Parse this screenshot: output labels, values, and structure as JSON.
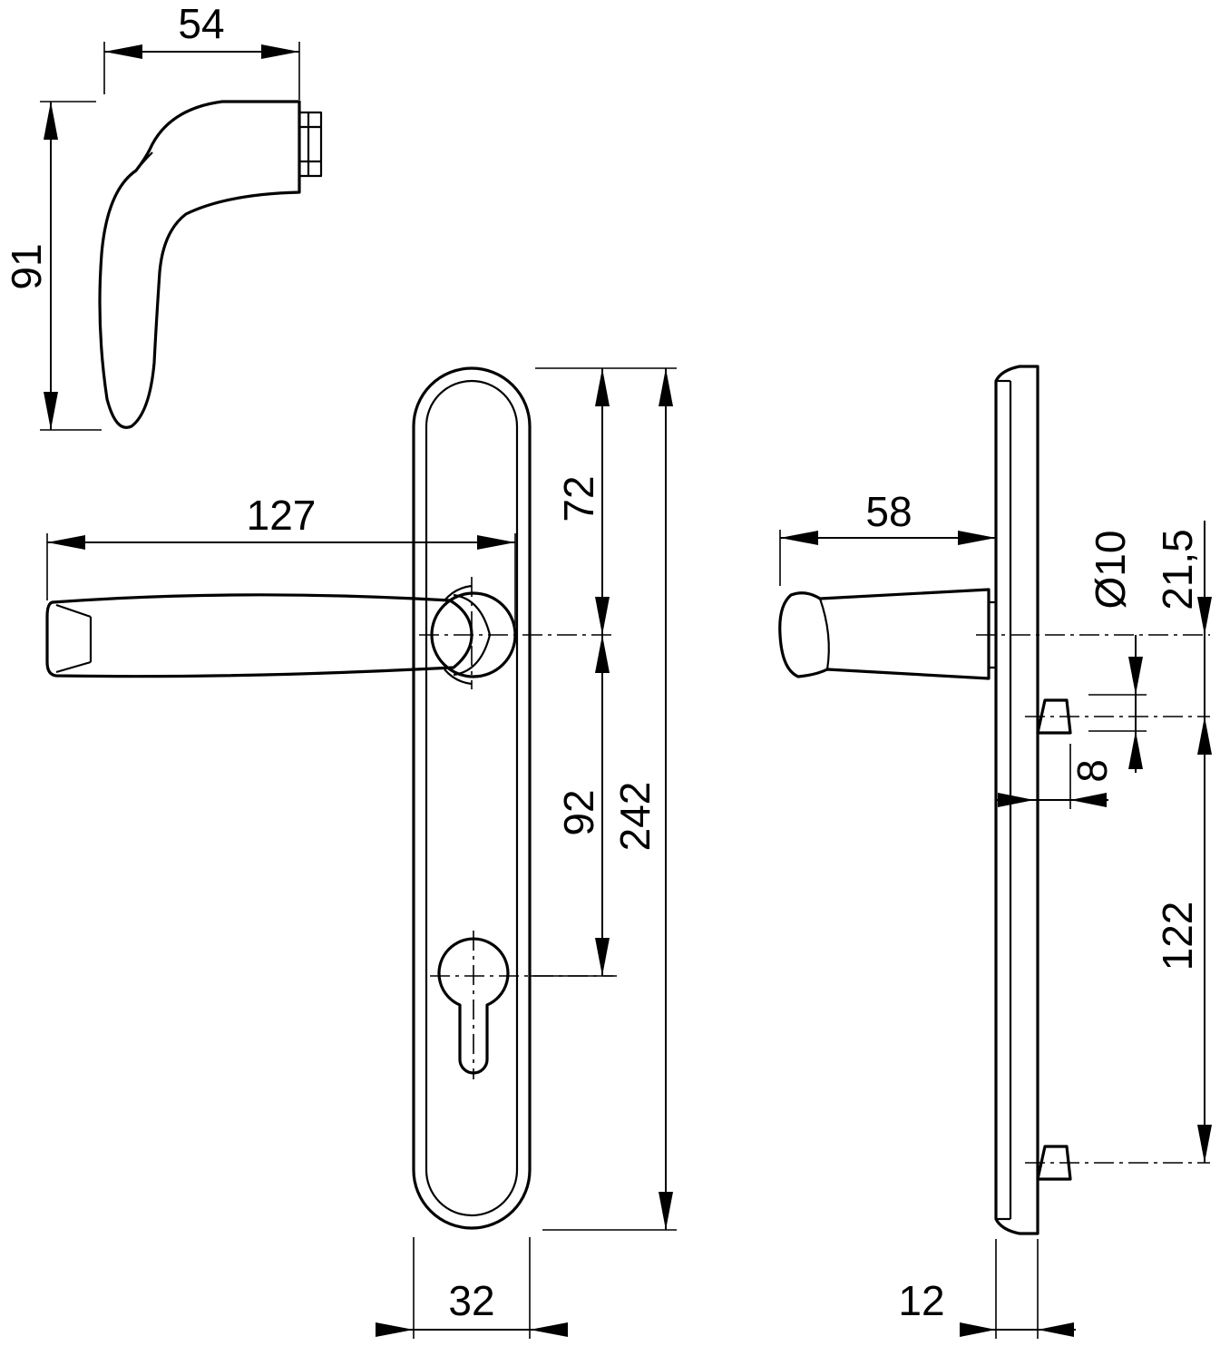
{
  "dimensions": {
    "lever_depth": "54",
    "lever_height": "91",
    "lever_length": "127",
    "spindle_to_top": "72",
    "spindle_to_cylinder": "92",
    "plate_length": "242",
    "plate_width": "32",
    "lever_projection": "58",
    "spindle_diameter": "Ø10",
    "spindle_to_fixing": "21,5",
    "fixing_offset": "8",
    "fixing_spacing": "122",
    "plate_thickness": "12"
  }
}
